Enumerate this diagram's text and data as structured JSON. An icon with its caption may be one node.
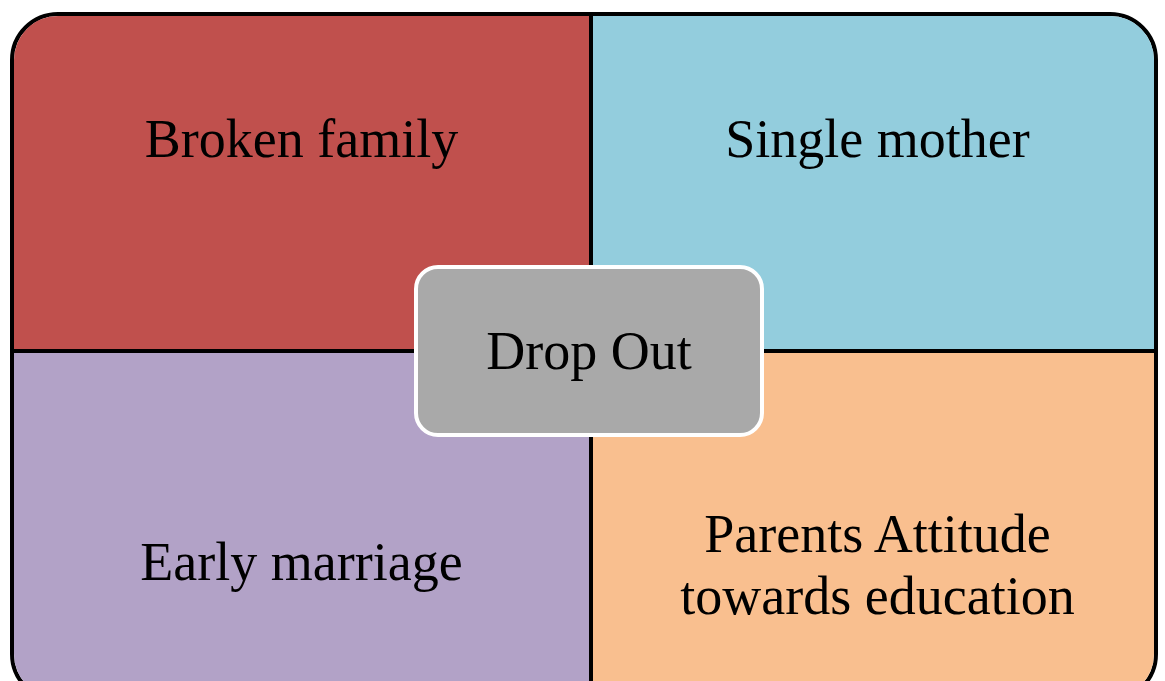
{
  "diagram": {
    "nodes": [
      {
        "text": [
          "Broken family"
        ]
      },
      {
        "text": [
          "Single mother"
        ]
      },
      {
        "text": [
          "Drop Out"
        ]
      },
      {
        "text": [
          "Early marriage"
        ]
      },
      {
        "text": [
          "Parents Attitude towards education"
        ]
      }
    ]
  }
}
